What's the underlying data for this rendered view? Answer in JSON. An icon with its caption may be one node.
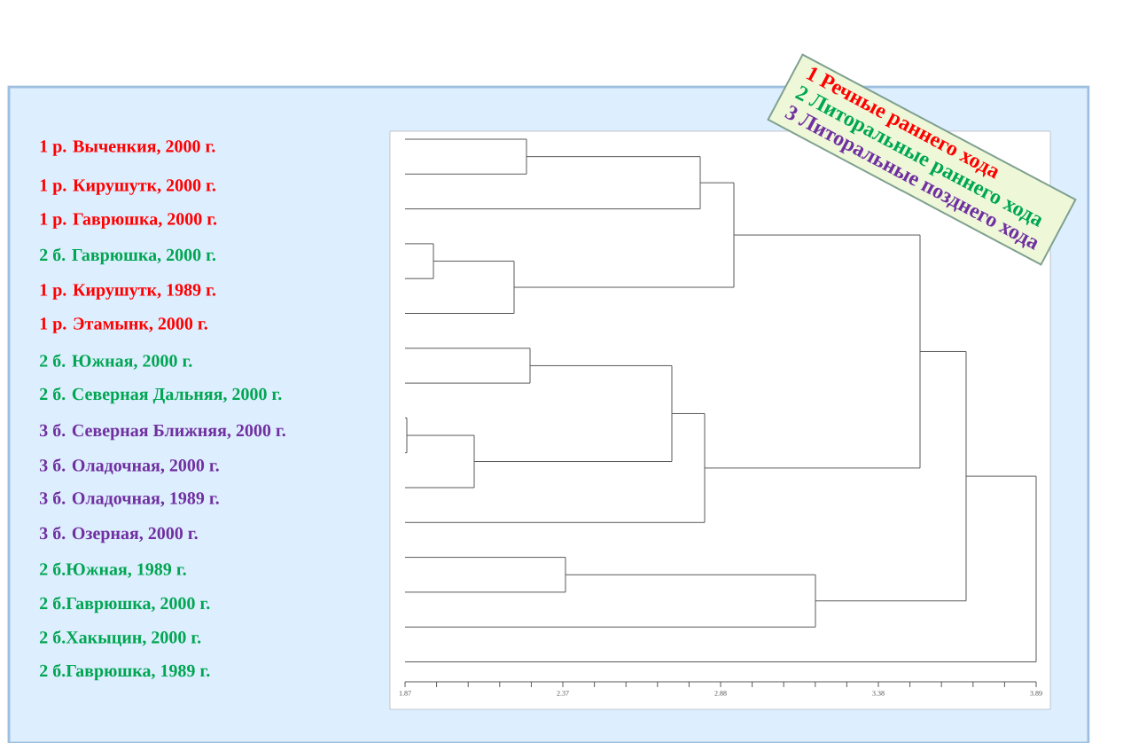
{
  "diagram": {
    "labels": [
      "1  р. Выченкия, 2000 г.",
      "1  р. Кирушутк, 2000 г.",
      "1  р. Гаврюшка, 2000 г.",
      "2  б. Гаврюшка, 2000 г.",
      "1  р. Кирушутк, 1989 г.",
      "1  р. Этамынк,  2000 г.",
      "2  б. Южная,  2000 г.",
      "2  б. Северная Дальняя,  2000 г.",
      "3  б. Северная Ближняя,  2000 г.",
      "3  б. Оладочная,  2000 г.",
      "3  б. Оладочная,  1989 г.",
      "3  б. Озерная,  2000 г.",
      "2  б.Южная,  1989 г.",
      "2  б.Гаврюшка,  2000 г.",
      "2  б.Хакыцин,  2000 г.",
      "2  б.Гаврюшка,  1989 г.",
      "1.87",
      "2.37",
      "2.88",
      "3.38",
      "3.89"
    ],
    "legend": [
      {
        "text": "1 Речные раннего хода"
      },
      {
        "text": "2 Литоральные раннего хода"
      },
      {
        "text": "3 Литоральные позднего хода"
      }
    ]
  }
}
